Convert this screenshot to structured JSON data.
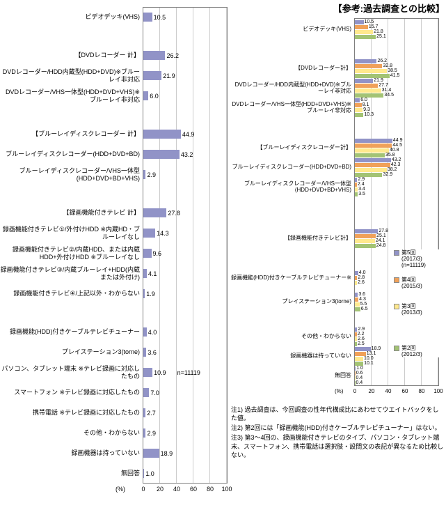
{
  "colors": {
    "bar_current": "#9193c7",
    "series": [
      "#9193c7",
      "#f0a159",
      "#ffe98e",
      "#a3c374"
    ],
    "plot_border": "#7f7f7f",
    "gridline": "#cccccc"
  },
  "chart_data": [
    {
      "type": "bar",
      "orientation": "horizontal",
      "title": "",
      "xlabel": "(%)",
      "xlim": [
        0,
        100
      ],
      "xticks": [
        0,
        20,
        40,
        60,
        80,
        100
      ],
      "grid": true,
      "rows": [
        {
          "label": "ビデオデッキ(VHS)",
          "value": 10.5
        },
        {
          "label": "【DVDレコーダー 計】",
          "value": 26.2,
          "gap": true
        },
        {
          "label": "DVDレコーダー/HDD内蔵型(HDD+DVD)※ブルーレイ非対応",
          "value": 21.9
        },
        {
          "label": "DVDレコーダー/VHS一体型(HDD+DVD+VHS)※ブルーレイ非対応",
          "value": 6.0
        },
        {
          "label": "【ブルーレイディスクレコーダー 計】",
          "value": 44.9,
          "gap": true
        },
        {
          "label": "ブルーレイディスクレコーダー(HDD+DVD+BD)",
          "value": 43.2
        },
        {
          "label": "ブルーレイディスクレコーダー/VHS一体型(HDD+DVD+BD+VHS)",
          "value": 2.9
        },
        {
          "label": "【録画機能付きテレビ 計】",
          "value": 27.8,
          "gap": true
        },
        {
          "label": "録画機能付きテレビ①/外付けHDD ※内蔵HD・ブルーレイなし",
          "value": 14.3
        },
        {
          "label": "録画機能付きテレビ②/内蔵HDD、または内蔵HDD+外付けHDD ※ブルーレイなし",
          "value": 9.6
        },
        {
          "label": "録画機能付きテレビ③/内蔵ブルーレイ+HDD(内蔵または外付け)",
          "value": 4.1
        },
        {
          "label": "録画機能付きテレビ④/上記以外・わからない",
          "value": 1.9
        },
        {
          "label": "録画機能(HDD)付きケーブルテレビチューナー",
          "value": 4.0,
          "gap": true
        },
        {
          "label": "プレイステーション3(torne)",
          "value": 3.6
        },
        {
          "label": "パソコン、タブレット端末 ※テレビ録画に対応したもの",
          "value": 10.9,
          "annotation": "n=11119"
        },
        {
          "label": "スマートフォン ※テレビ録画に対応したもの",
          "value": 7.0
        },
        {
          "label": "携帯電話 ※テレビ録画に対応したもの",
          "value": 2.7
        },
        {
          "label": "その他・わからない",
          "value": 2.9
        },
        {
          "label": "録画機器は持っていない",
          "value": 18.9
        },
        {
          "label": "無回答",
          "value": 1.0
        }
      ]
    },
    {
      "type": "bar",
      "orientation": "horizontal",
      "title": "【参考:過去調査との比較】",
      "xlabel": "(%)",
      "xlim": [
        0,
        100
      ],
      "xticks": [
        0,
        20,
        40,
        60,
        80,
        100
      ],
      "grid": true,
      "legend_position": "right-overlay",
      "categories": [
        {
          "label": "ビデオデッキ(VHS)",
          "gap": 0
        },
        {
          "label": "【DVDレコーダー計】",
          "gap": 28
        },
        {
          "label": "DVDレコーダー/HDD内蔵型(HDD+DVD)※ブルーレイ非対応",
          "gap": 0
        },
        {
          "label": "DVDレコーダー/VHS一体型(HDD+DVD+VHS)※ブルーレイ非対応",
          "gap": 0
        },
        {
          "label": "【ブルーレイディスクレコーダー計】",
          "gap": 30
        },
        {
          "label": "ブルーレイディスクレコーダー(HDD+DVD+BD)",
          "gap": 0
        },
        {
          "label": "ブルーレイディスクレコーダー/VHS一体型(HDD+DVD+BD+VHS)",
          "gap": 0
        },
        {
          "label": "【録画機能付きテレビ計】",
          "gap": 46
        },
        {
          "label": "録画機能(HDD)付きケーブルテレビチューナー※",
          "gap": 32
        },
        {
          "label": "プレイステーション3(torne)",
          "gap": 10
        },
        {
          "label": "その他・わからない",
          "gap": 22
        },
        {
          "label": "録画機器は持っていない",
          "gap": 0
        },
        {
          "label": "無回答",
          "gap": 0
        }
      ],
      "series": [
        {
          "name": "第5回(2017/3)(n=11119)",
          "values": [
            10.5,
            26.2,
            21.9,
            6.0,
            44.9,
            43.2,
            2.9,
            27.8,
            4.0,
            3.6,
            2.9,
            18.9,
            1.0
          ]
        },
        {
          "name": "第4回(2015/3)",
          "values": [
            15.7,
            32.8,
            27.7,
            8.1,
            44.5,
            42.3,
            2.4,
            25.1,
            2.8,
            4.3,
            2.2,
            13.1,
            0.6
          ]
        },
        {
          "name": "第3回(2013/3)",
          "values": [
            21.8,
            38.5,
            31.4,
            9.3,
            40.8,
            38.2,
            3.4,
            24.1,
            2.6,
            5.5,
            2.6,
            10.0,
            0.4
          ]
        },
        {
          "name": "第2回(2012/3)",
          "values": [
            25.1,
            41.5,
            34.5,
            10.3,
            35.8,
            32.9,
            3.5,
            24.8,
            null,
            6.5,
            2.5,
            10.1,
            0.4
          ]
        }
      ]
    }
  ],
  "legend": {
    "items": [
      {
        "lines": [
          "第5回",
          "(2017/3)",
          "(n=11119)"
        ],
        "color": "#9193c7"
      },
      {
        "lines": [
          "第4回",
          "(2015/3)"
        ],
        "color": "#f0a159"
      },
      {
        "lines": [
          "第3回",
          "(2013/3)"
        ],
        "color": "#ffe98e"
      },
      {
        "lines": [
          "第2回",
          "(2012/3)"
        ],
        "color": "#a3c374"
      }
    ]
  },
  "notes": [
    "注1) 過去調査は、今回調査の性年代構成比にあわせてウエイトバックをした値。",
    "注2) 第2回には「録画機能(HDD)付きケーブルテレビチューナー」はない。",
    "注3) 第3〜4回の、録画機能付きテレビのタイプ、パソコン・タブレット端末、スマートフォン、携帯電話は選択肢・設問文の表記が異なるため比較しない。"
  ]
}
